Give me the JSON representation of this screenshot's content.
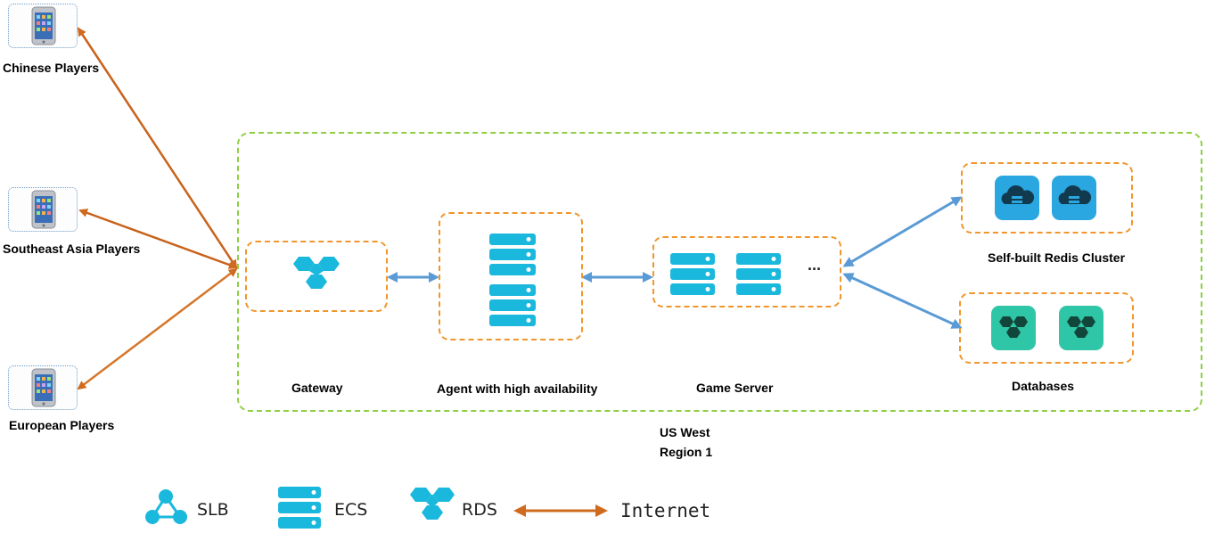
{
  "players": [
    {
      "label": "Chinese Players"
    },
    {
      "label": "Southeast Asia Players"
    },
    {
      "label": "European Players"
    }
  ],
  "nodes": {
    "gateway": {
      "label": "Gateway"
    },
    "agent": {
      "label": "Agent with high availability"
    },
    "game_server": {
      "label": "Game Server",
      "ellipsis": "..."
    },
    "redis": {
      "label": "Self-built Redis Cluster"
    },
    "databases": {
      "label": "Databases"
    }
  },
  "region": {
    "line1": "US West",
    "line2": "Region 1"
  },
  "legend": {
    "slb": "SLB",
    "ecs": "ECS",
    "rds": "RDS",
    "internet": "Internet"
  },
  "colors": {
    "internet_arrow": "#d06a1f",
    "internal_arrow": "#5b9bd5",
    "box_border": "#f0962c",
    "region_border": "#8fcf43",
    "icon_blue": "#1bb8dd",
    "redis_icon": "#2aa7e0",
    "db_icon": "#2fc6a7"
  },
  "icons": [
    "phone-icon",
    "rds-icon",
    "ecs-server-icon",
    "redis-cloud-icon",
    "slb-icon"
  ]
}
